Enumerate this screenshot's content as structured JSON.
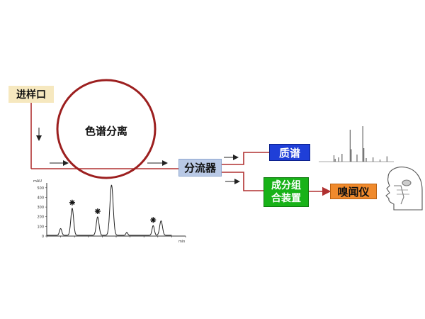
{
  "diagram": {
    "inlet_label": "进样口",
    "column_label": "色谱分离",
    "splitter_label": "分流器",
    "ms_label": "质谱",
    "combo_line1": "成分组",
    "combo_line2": "合装置",
    "olfactometer_label": "嗅闻仪"
  },
  "colors": {
    "flow_line": "#b03030",
    "arrow": "#222222",
    "column_ring": "#9c1f1f",
    "inlet_fill": "#f6e8bf",
    "splitter_fill": "#b9c9e6",
    "ms_fill": "#1f3fd8",
    "combo_fill": "#18b218",
    "olf_fill": "#f08a2c"
  },
  "chromatogram": {
    "y_ticks": [
      "500",
      "400",
      "300",
      "200",
      "100",
      "0"
    ],
    "y_unit": "mAU",
    "x_unit": "min",
    "peaks": [
      {
        "t": 3.0,
        "h": 70,
        "w": 0.25,
        "marked": false
      },
      {
        "t": 5.5,
        "h": 280,
        "w": 0.3,
        "marked": true
      },
      {
        "t": 11.0,
        "h": 190,
        "w": 0.3,
        "marked": true
      },
      {
        "t": 14.0,
        "h": 520,
        "w": 0.35,
        "marked": false
      },
      {
        "t": 17.3,
        "h": 30,
        "w": 0.2,
        "marked": false
      },
      {
        "t": 23.0,
        "h": 100,
        "w": 0.25,
        "marked": true
      },
      {
        "t": 24.7,
        "h": 150,
        "w": 0.3,
        "marked": false
      }
    ],
    "t_max": 30,
    "y_max": 550
  },
  "mass_spectrum": {
    "bars": [
      {
        "mz": 60,
        "i": 18
      },
      {
        "mz": 65,
        "i": 8
      },
      {
        "mz": 80,
        "i": 12
      },
      {
        "mz": 95,
        "i": 22
      },
      {
        "mz": 130,
        "i": 90
      },
      {
        "mz": 135,
        "i": 35
      },
      {
        "mz": 160,
        "i": 20
      },
      {
        "mz": 185,
        "i": 100
      },
      {
        "mz": 190,
        "i": 38
      },
      {
        "mz": 200,
        "i": 10
      },
      {
        "mz": 230,
        "i": 12
      },
      {
        "mz": 260,
        "i": 6
      },
      {
        "mz": 290,
        "i": 15
      }
    ],
    "mz_max": 320
  }
}
